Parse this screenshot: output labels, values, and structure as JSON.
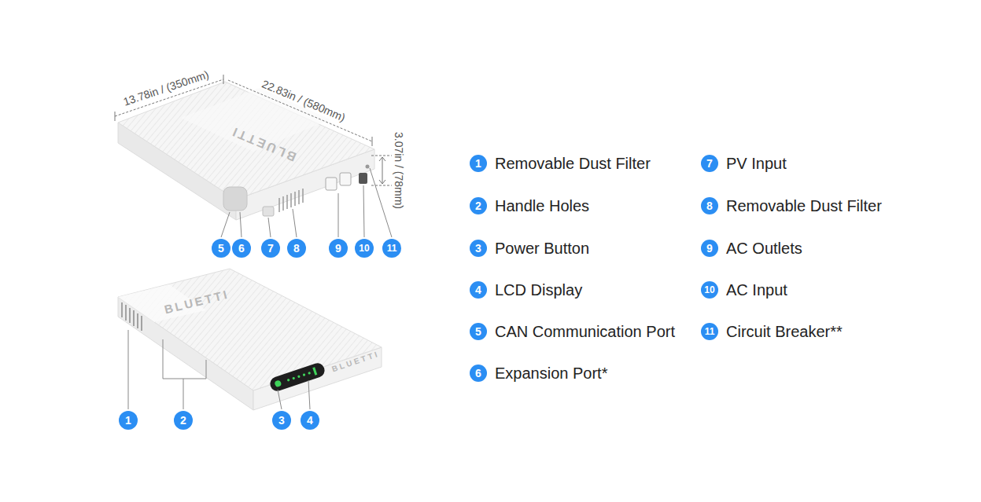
{
  "diagram": {
    "labels": [
      "13.78in / (350mm)",
      "22.83in / (580mm)",
      "3.07in / (78mm)",
      "BLUETTI",
      "5",
      "6",
      "7",
      "8",
      "9",
      "10",
      "11",
      "BLUETTI",
      "BLUETTI",
      "1",
      "2",
      "3",
      "4",
      "1",
      "Removable Dust Filter",
      "2",
      "Handle Holes",
      "3",
      "Power Button",
      "4",
      "LCD Display",
      "5",
      "CAN Communication Port",
      "6",
      "Expansion Port*",
      "7",
      "PV Input",
      "8",
      "Removable Dust Filter",
      "9",
      "AC Outlets",
      "10",
      "AC Input",
      "11",
      "Circuit Breaker**"
    ]
  }
}
